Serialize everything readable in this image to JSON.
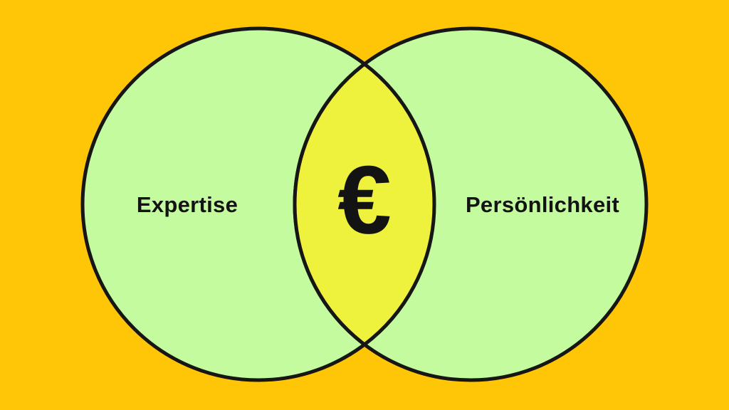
{
  "diagram": {
    "type": "venn-2-circle",
    "left_set": {
      "label": "Expertise"
    },
    "right_set": {
      "label": "Persönlichkeit"
    },
    "intersection": {
      "symbol": "€",
      "meaning": "euro-sign"
    },
    "colors": {
      "background": "#FFC608",
      "circle_fill": "#C4FB9E",
      "intersection_fill": "#EEF23C",
      "outline": "#161616",
      "text": "#131313"
    }
  }
}
